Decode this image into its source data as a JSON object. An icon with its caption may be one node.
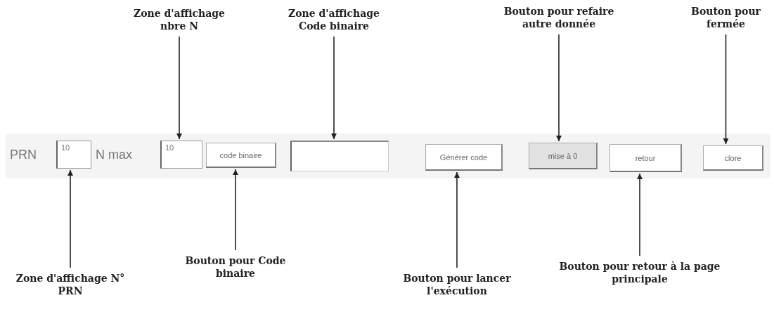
{
  "diagram": {
    "nodes": [
      {
        "text": [
          "Zone d'affichage nbre N"
        ]
      },
      {
        "text": [
          "Zone d'affichage Code binaire"
        ]
      },
      {
        "text": [
          "Bouton pour refaire autre donnée"
        ]
      },
      {
        "text": [
          "Bouton pour fermée"
        ]
      },
      {
        "text": [
          "10"
        ]
      },
      {
        "text": [
          "10"
        ]
      },
      {
        "text": [
          "code binaire"
        ]
      },
      {
        "text": [],
        "shape": "box"
      },
      {
        "text": [
          "Générer code"
        ]
      },
      {
        "text": [
          "mise à 0"
        ]
      },
      {
        "text": [
          "retour"
        ]
      },
      {
        "text": [
          "clore"
        ]
      },
      {
        "text": [
          "Zone d'affichage N° PRN"
        ]
      },
      {
        "text": [
          "Bouton pour Code binaire"
        ]
      },
      {
        "text": [
          "Bouton pour lancer l'exécution"
        ]
      },
      {
        "text": [
          "Bouton pour retour à la page principale"
        ]
      }
    ],
    "edges": [
      {
        "from": 0,
        "to": 5,
        "arrow": "to"
      },
      {
        "from": 1,
        "to": 7,
        "arrow": "to"
      },
      {
        "from": 2,
        "to": 9,
        "arrow": "to"
      },
      {
        "from": 3,
        "to": 11,
        "arrow": "to"
      },
      {
        "from": 12,
        "to": 4,
        "arrow": "to"
      },
      {
        "from": 13,
        "to": 6,
        "arrow": "to"
      },
      {
        "from": 14,
        "to": 8,
        "arrow": "to"
      },
      {
        "from": 15,
        "to": 10,
        "arrow": "to"
      }
    ],
    "labels": [
      "PRN",
      "N max"
    ]
  }
}
